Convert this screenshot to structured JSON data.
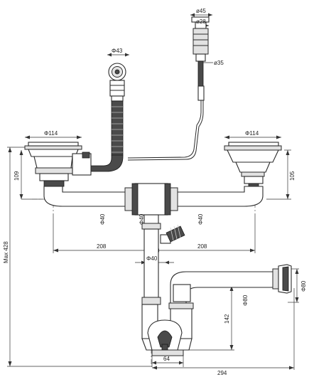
{
  "dimensions": {
    "d45": "ø45",
    "d28": "ø28",
    "d35": "ø35",
    "d43": "Φ43",
    "d114_left": "Φ114",
    "d114_right": "Φ114",
    "h109": "109",
    "h105": "105",
    "max428": "Max 428",
    "phi40_left": "Φ40",
    "phi40_center": "Φ40",
    "phi40_right": "Φ40",
    "phi40_trap": "Φ40",
    "d80_middle": "Φ80",
    "d80_end": "Φ80",
    "w208_left": "208",
    "w208_right": "208",
    "h142": "142",
    "w64": "64",
    "w294": "294"
  }
}
